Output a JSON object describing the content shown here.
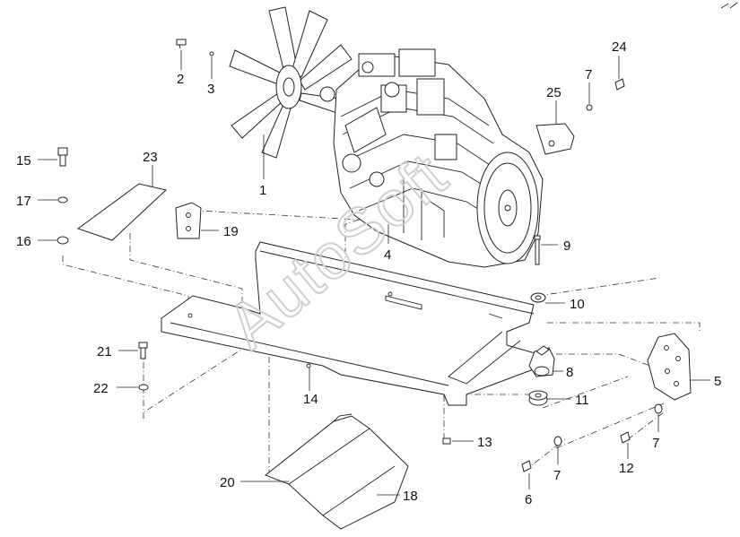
{
  "watermark": "AutoSoft",
  "callouts": [
    {
      "id": "c1",
      "text": "1"
    },
    {
      "id": "c2",
      "text": "2"
    },
    {
      "id": "c3",
      "text": "3"
    },
    {
      "id": "c4",
      "text": "4"
    },
    {
      "id": "c5",
      "text": "5"
    },
    {
      "id": "c6",
      "text": "6"
    },
    {
      "id": "c7a",
      "text": "7"
    },
    {
      "id": "c7b",
      "text": "7"
    },
    {
      "id": "c7c",
      "text": "7"
    },
    {
      "id": "c8",
      "text": "8"
    },
    {
      "id": "c9",
      "text": "9"
    },
    {
      "id": "c10",
      "text": "10"
    },
    {
      "id": "c11",
      "text": "11"
    },
    {
      "id": "c12",
      "text": "12"
    },
    {
      "id": "c13",
      "text": "13"
    },
    {
      "id": "c14",
      "text": "14"
    },
    {
      "id": "c15",
      "text": "15"
    },
    {
      "id": "c16",
      "text": "16"
    },
    {
      "id": "c17",
      "text": "17"
    },
    {
      "id": "c18",
      "text": "18"
    },
    {
      "id": "c19",
      "text": "19"
    },
    {
      "id": "c20",
      "text": "20"
    },
    {
      "id": "c21",
      "text": "21"
    },
    {
      "id": "c22",
      "text": "22"
    },
    {
      "id": "c23",
      "text": "23"
    },
    {
      "id": "c24",
      "text": "24"
    },
    {
      "id": "c25",
      "text": "25"
    }
  ]
}
